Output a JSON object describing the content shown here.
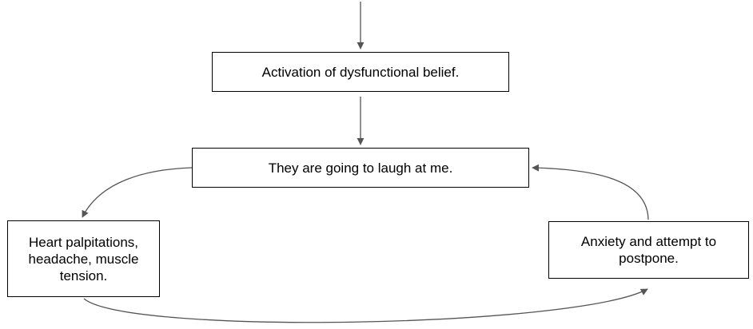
{
  "nodes": {
    "belief": "Activation of dysfunctional belief.",
    "thought": "They are going to laugh at me.",
    "physical": "Heart palpitations, headache, muscle tension.",
    "anxiety": "Anxiety and attempt to postpone."
  },
  "colors": {
    "arrow": "#555555",
    "box_border": "#000000",
    "text": "#000000"
  }
}
